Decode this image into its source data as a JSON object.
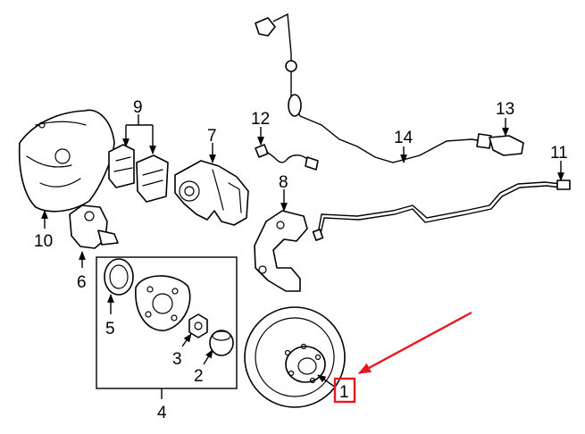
{
  "callouts": {
    "c1": "1",
    "c2": "2",
    "c3": "3",
    "c4": "4",
    "c5": "5",
    "c6": "6",
    "c7": "7",
    "c8": "8",
    "c9": "9",
    "c10": "10",
    "c11": "11",
    "c12": "12",
    "c13": "13",
    "c14": "14"
  },
  "colors": {
    "highlight": "#e8191e",
    "ink": "#000000",
    "background": "#ffffff"
  }
}
